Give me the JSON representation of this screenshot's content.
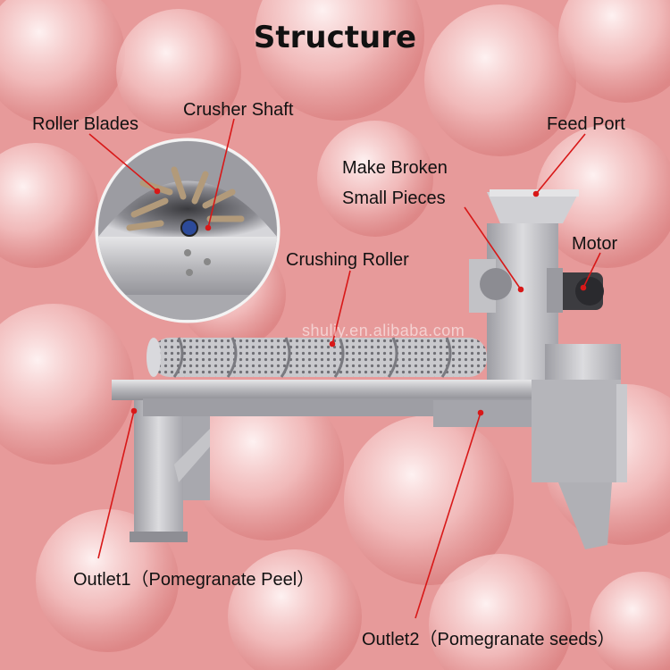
{
  "title": "Structure",
  "watermark": "shuliy.en.alibaba.com",
  "labels": {
    "roller_blades": "Roller Blades",
    "crusher_shaft": "Crusher Shaft",
    "feed_port": "Feed Port",
    "make_broken_line1": "Make Broken",
    "make_broken_line2": "Small Pieces",
    "motor": "Motor",
    "crushing_roller": "Crushing Roller",
    "outlet1": "Outlet1（Pomegranate Peel）",
    "outlet2": "Outlet2（Pomegranate seeds）"
  },
  "colors": {
    "background": "#e79a9a",
    "pointer_line": "#d81818",
    "text": "#111111",
    "steel": "#b8b8bc"
  }
}
